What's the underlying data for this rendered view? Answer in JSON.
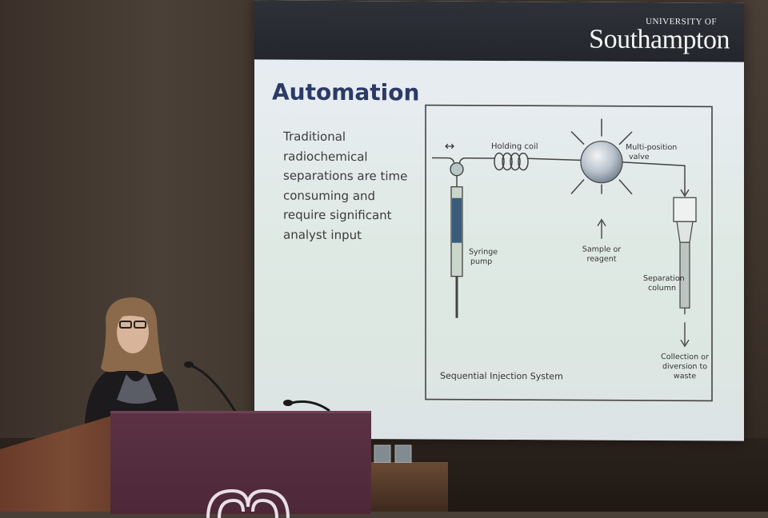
{
  "slide": {
    "logo_small": "UNIVERSITY OF",
    "logo_big": "Southampton",
    "title": "Automation",
    "body_lines": [
      "Traditional",
      "radiochemical",
      "separations are time",
      "consuming and",
      "require significant",
      "analyst input"
    ]
  },
  "diagram": {
    "arrow_symbol": "↔",
    "holding_coil": "Holding coil",
    "valve_line1": "Multi-position",
    "valve_line2": "valve",
    "syringe_line1": "Syringe",
    "syringe_line2": "pump",
    "sample_line1": "Sample or",
    "sample_line2": "reagent",
    "column_line1": "Separation",
    "column_line2": "column",
    "collection_line1": "Collection or",
    "collection_line2": "diversion to",
    "collection_line3": "waste",
    "caption": "Sequential Injection System"
  },
  "colors": {
    "slide_title": "#2c3a66",
    "header_bar": "#2e3238",
    "lectern": "#5b3244"
  }
}
